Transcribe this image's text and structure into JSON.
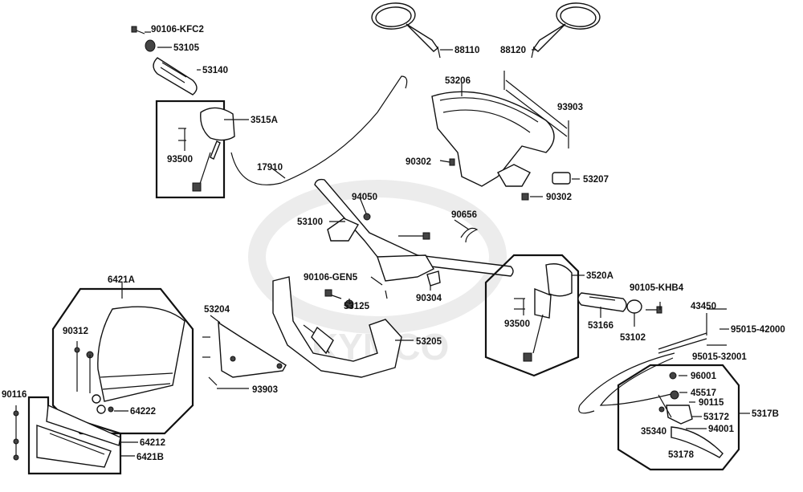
{
  "watermark": "KYMCO",
  "labels": {
    "l_90106_KFC2": "90106-KFC2",
    "l_53105": "53105",
    "l_53140": "53140",
    "l_3515A": "3515A",
    "l_93500_left": "93500",
    "l_17910": "17910",
    "l_88110": "88110",
    "l_88120": "88120",
    "l_53206": "53206",
    "l_93903_top": "93903",
    "l_90302_upper": "90302",
    "l_53207": "53207",
    "l_90302_lower": "90302",
    "l_94050": "94050",
    "l_53100": "53100",
    "l_90656": "90656",
    "l_90106_GEN5": "90106-GEN5",
    "l_53125": "53125",
    "l_90304": "90304",
    "l_3520A": "3520A",
    "l_93500_right": "93500",
    "l_53166": "53166",
    "l_53102": "53102",
    "l_90105_KHB4": "90105-KHB4",
    "l_43450": "43450",
    "l_95015_42000": "95015-42000",
    "l_95015_32001": "95015-32001",
    "l_6421A": "6421A",
    "l_90312": "90312",
    "l_64222": "64222",
    "l_53204": "53204",
    "l_93903_bottom": "93903",
    "l_53205": "53205",
    "l_90116": "90116",
    "l_64212": "64212",
    "l_6421B": "6421B",
    "l_96001": "96001",
    "l_45517": "45517",
    "l_90115": "90115",
    "l_5317B": "5317B",
    "l_53172": "53172",
    "l_35340": "35340",
    "l_94001": "94001",
    "l_53178": "53178"
  }
}
